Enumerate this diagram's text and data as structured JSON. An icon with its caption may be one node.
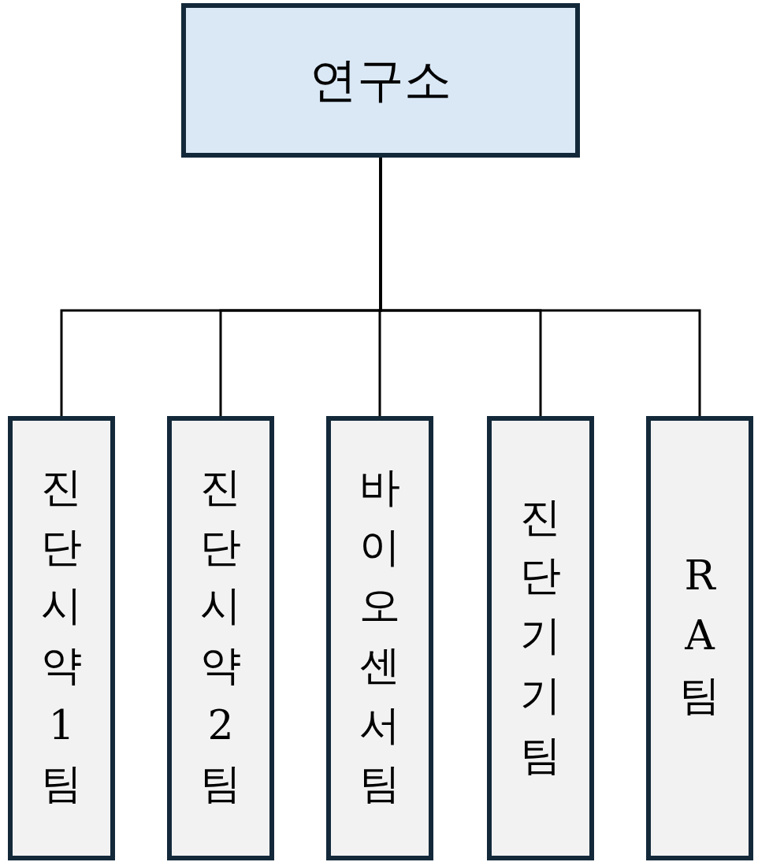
{
  "diagram": {
    "nodes": [
      {
        "text": [
          "연구소"
        ]
      },
      {
        "text": [
          "진단시약1팀"
        ]
      },
      {
        "text": [
          "진단시약2팀"
        ]
      },
      {
        "text": [
          "바이오센서팀"
        ]
      },
      {
        "text": [
          "진단기기팀"
        ]
      },
      {
        "text": [
          "RA팀"
        ]
      }
    ],
    "edges": [
      {
        "from": 0,
        "to": 1,
        "arrow": "none"
      },
      {
        "from": 0,
        "to": 2,
        "arrow": "none"
      },
      {
        "from": 0,
        "to": 3,
        "arrow": "none"
      },
      {
        "from": 0,
        "to": 4,
        "arrow": "none"
      },
      {
        "from": 0,
        "to": 5,
        "arrow": "none"
      }
    ]
  }
}
